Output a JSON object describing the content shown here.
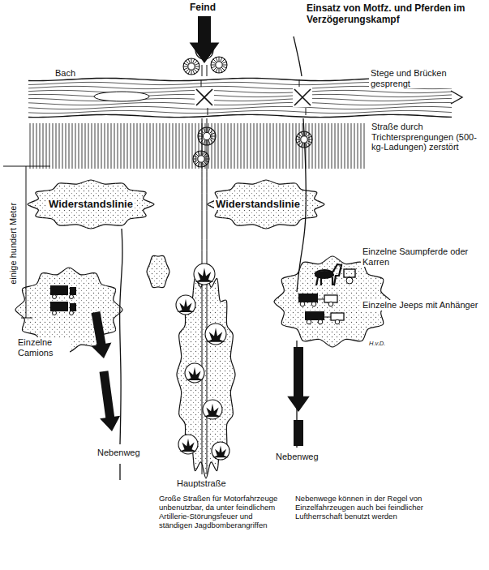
{
  "diagram": {
    "title": "Einsatz von Motfz. und Pferden im Verzögerungskampf",
    "labels": [
      "Feind",
      "Bach",
      "Stege und Brücken gesprengt",
      "Straße durch Trichtersprengungen (500-kg-Ladungen) zerstört",
      "Widerstandslinie",
      "Widerstandslinie",
      "einige hundert Meter",
      "Einzelne Saumpferde oder Karren",
      "Einzelne Jeeps mit Anhänger",
      "Einzelne Camions",
      "Nebenweg",
      "Hauptstraße",
      "Nebenweg",
      "Große Straßen für Motorfahrzeuge unbenutzbar, da unter feindlichem Artillerie-Störungsfeuer und ständigen Jagdbomberangriffen",
      "Nebenwege können in der Regel von Einzelfahrzeugen auch bei feindlicher Luftherrschaft benutzt werden",
      "H.v.D."
    ]
  }
}
